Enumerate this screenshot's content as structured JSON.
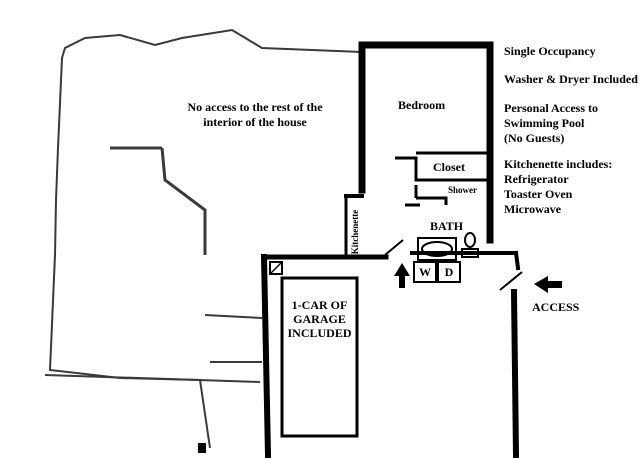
{
  "plan": {
    "house_note_line1": "No access to the rest of the",
    "house_note_line2": "interior of the house",
    "bedroom": "Bedroom",
    "closet": "Closet",
    "shower": "Shower",
    "bath": "BATH",
    "kitchenette": "Kitchenette",
    "washer": "W",
    "dryer": "D",
    "garage_line1": "1-CAR OF",
    "garage_line2": "GARAGE",
    "garage_line3": "INCLUDED",
    "access": "ACCESS"
  },
  "features": {
    "occupancy": "Single Occupancy",
    "laundry": "Washer & Dryer Included",
    "pool_line1": "Personal Access to",
    "pool_line2": "Swimming Pool",
    "pool_line3": "(No Guests)",
    "kitchen_title": "Kitchenette includes:",
    "kitchen_items": [
      "Refrigerator",
      "Toaster Oven",
      "Microwave"
    ]
  },
  "colors": {
    "wall": "#000000",
    "faded_wall": "#3a3a3a",
    "background": "#ffffff"
  }
}
